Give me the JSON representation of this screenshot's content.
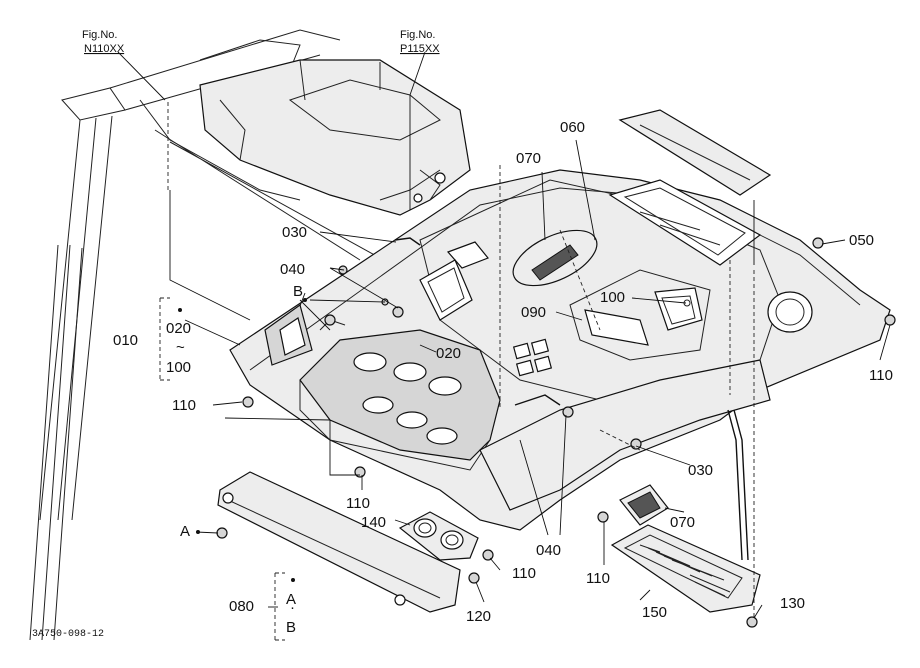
{
  "figure_refs": [
    {
      "line1": "Fig.No.",
      "line2": "N110XX"
    },
    {
      "line1": "Fig.No.",
      "line2": "P115XX"
    }
  ],
  "part_labels": {
    "p010": "010",
    "p020_top": "020",
    "p020_tilde": "~",
    "p100_bracket": "100",
    "p020_tray": "020",
    "p030_top": "030",
    "p030_right": "030",
    "p040_top": "040",
    "p040_bottom": "040",
    "p050": "050",
    "p060": "060",
    "p070_top": "070",
    "p070_bottom": "070",
    "p080": "080",
    "p090": "090",
    "p100_right": "100",
    "p110_left": "110",
    "p110_right": "110",
    "p110_center": "110",
    "p110_lowmid": "110",
    "p110_lowright": "110",
    "p120": "120",
    "p130": "130",
    "p140": "140",
    "p150": "150"
  },
  "ref_markers": {
    "a_left": "A",
    "b_top": "B",
    "a_bracket": "A",
    "b_bracket": "B"
  },
  "drawing_code": "3A750-098-12"
}
